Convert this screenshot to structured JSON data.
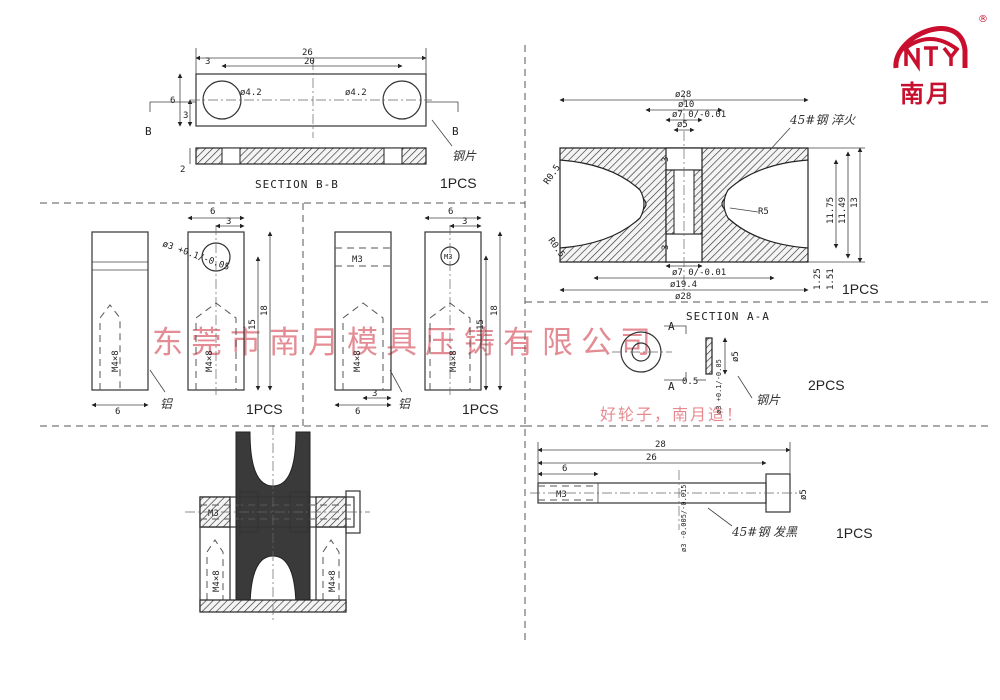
{
  "watermark": {
    "company": "东莞市南月模具压铸有限公司",
    "slogan": "好轮子，南月造！"
  },
  "logo": {
    "brand_name": "南月",
    "registered_mark": "®",
    "emblem_letters": "NTY",
    "color": "#c8102e"
  },
  "section_bb": {
    "title": "SECTION B-B",
    "qty": "1PCS",
    "dims": [
      "26",
      "20",
      "3",
      "6",
      "3",
      "ø4.2",
      "ø4.2",
      "2"
    ],
    "cut_labels": [
      "B",
      "B"
    ],
    "note": "钢片"
  },
  "bracket_left": {
    "qty": "1PCS",
    "dims": [
      "6",
      "3",
      "ø3 +0.1/-0.05",
      "15",
      "18",
      "M4×8",
      "M4×8",
      "6"
    ],
    "note": "铝"
  },
  "bracket_right": {
    "qty": "1PCS",
    "dims": [
      "6",
      "3",
      "M3",
      "M3",
      "15",
      "18",
      "M4×8",
      "M4×8",
      "6",
      "3"
    ],
    "note": "铝"
  },
  "wheel": {
    "qty": "1PCS",
    "note": "45#钢 淬火",
    "dims": [
      "ø28",
      "ø10",
      "ø7 0/-0.01",
      "ø5",
      "3",
      "3",
      "R0.5",
      "R0.5",
      "R5",
      "11.49",
      "11.75",
      "13",
      "ø7 0/-0.01",
      "ø19.4",
      "ø28",
      "1.25",
      "1.51"
    ]
  },
  "section_aa": {
    "title": "SECTION A-A",
    "qty": "2PCS",
    "cut_labels": [
      "A",
      "A"
    ],
    "dims": [
      "0.5",
      "ø5",
      "ø3 +0.1/-0.05"
    ],
    "note": "钢片"
  },
  "pin": {
    "qty": "1PCS",
    "note": "45#钢 发黑",
    "dims": [
      "28",
      "26",
      "6",
      "M3",
      "ø5",
      "ø3 -0.005/-0.015"
    ]
  },
  "assembly": {
    "labels": [
      "M3",
      "M4×8",
      "M4×8"
    ]
  }
}
